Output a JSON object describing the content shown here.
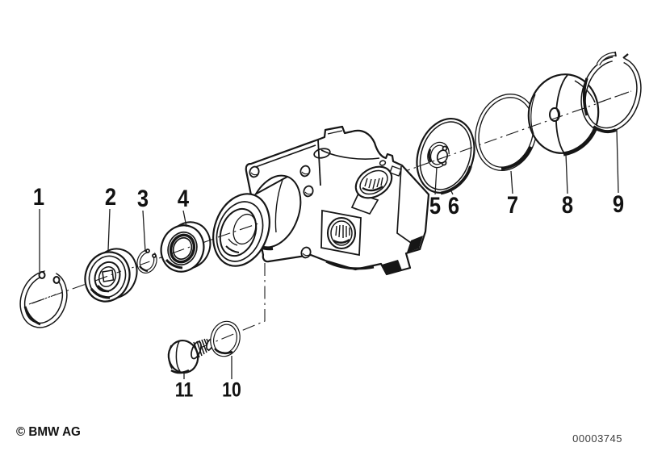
{
  "diagram": {
    "callouts": [
      {
        "label": "1"
      },
      {
        "label": "2"
      },
      {
        "label": "3"
      },
      {
        "label": "4"
      },
      {
        "label": "5"
      },
      {
        "label": "6"
      },
      {
        "label": "7"
      },
      {
        "label": "8"
      },
      {
        "label": "9"
      },
      {
        "label": "10"
      },
      {
        "label": "11"
      }
    ],
    "footer": {
      "copyright": "© BMW AG",
      "document_number": "00003745"
    },
    "colors": {
      "line": "#161616",
      "background": "#ffffff"
    }
  }
}
